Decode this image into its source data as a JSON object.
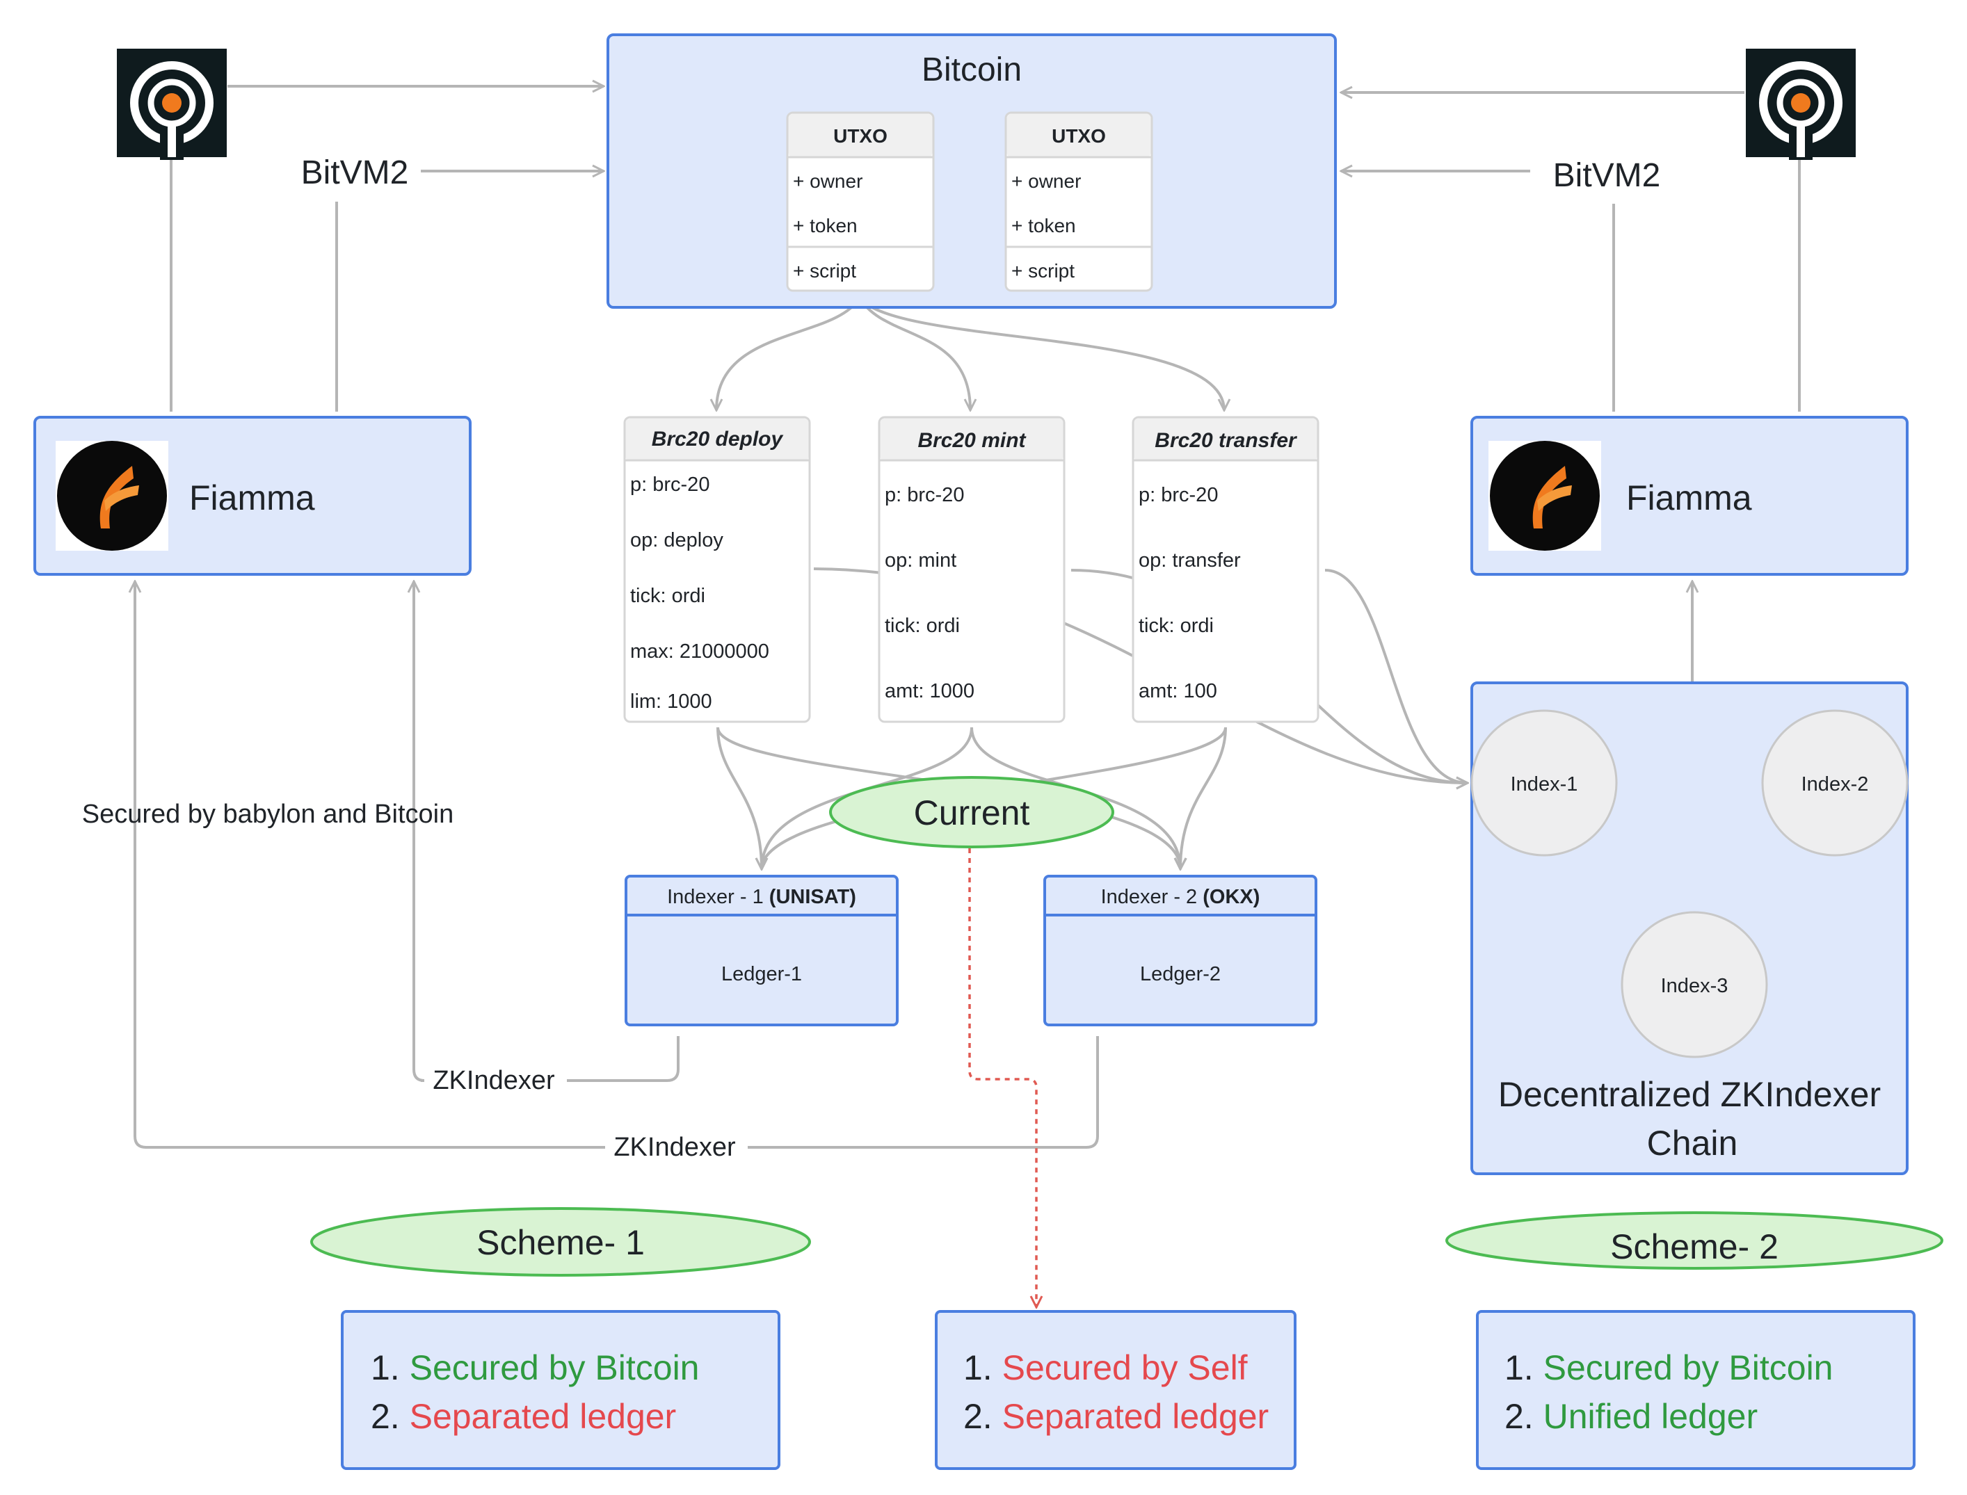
{
  "title": "Bitcoin",
  "colors": {
    "box_fill": "#dfe8fb",
    "box_stroke": "#4a7ee0",
    "ellipse_fill": "#d9f3d3",
    "ellipse_stroke": "#4cbb52",
    "good": "#2f9a3f",
    "bad": "#e5484d",
    "connector": "#b5b5b5",
    "dashed": "#e05a52",
    "logo_bg": "#0f1b1e",
    "logo_accent": "#f07a1e"
  },
  "utxos": [
    {
      "header": "UTXO",
      "fields": [
        "+ owner",
        "+ token",
        "+ script"
      ]
    },
    {
      "header": "UTXO",
      "fields": [
        "+ owner",
        "+ token",
        "+ script"
      ]
    }
  ],
  "left": {
    "bitvm_label": "BitVM2",
    "fiamma_label": "Fiamma",
    "secured_text": "Secured by babylon and Bitcoin",
    "zk_label_1": "ZKIndexer",
    "zk_label_2": "ZKIndexer"
  },
  "right": {
    "bitvm_label": "BitVM2",
    "fiamma_label": "Fiamma",
    "nodes": [
      "Index-1",
      "Index-2",
      "Index-3"
    ],
    "chain_label_line1": "Decentralized ZKIndexer",
    "chain_label_line2": "Chain"
  },
  "brc20": [
    {
      "title": "Brc20 deploy",
      "fields": [
        "p: brc-20",
        "op: deploy",
        "tick: ordi",
        "max: 21000000",
        "lim: 1000"
      ]
    },
    {
      "title": "Brc20 mint",
      "fields": [
        "p: brc-20",
        "op: mint",
        "tick: ordi",
        "amt: 1000"
      ]
    },
    {
      "title": "Brc20 transfer",
      "fields": [
        "p: brc-20",
        "op: transfer",
        "tick: ordi",
        "amt: 100"
      ]
    }
  ],
  "current_label": "Current",
  "indexers": [
    {
      "title_prefix": "Indexer - 1 ",
      "title_bold": "(UNISAT)",
      "ledger": "Ledger-1"
    },
    {
      "title_prefix": "Indexer - 2 ",
      "title_bold": "(OKX)",
      "ledger": "Ledger-2"
    }
  ],
  "schemes": [
    {
      "label": "Scheme- 1"
    },
    {
      "label": "Scheme- 2"
    }
  ],
  "summaries": [
    {
      "items": [
        {
          "num": "1. ",
          "text": "Secured by Bitcoin",
          "status": "good"
        },
        {
          "num": "2. ",
          "text": "Separated ledger",
          "status": "bad"
        }
      ]
    },
    {
      "items": [
        {
          "num": "1. ",
          "text": "Secured by Self",
          "status": "bad"
        },
        {
          "num": "2. ",
          "text": "Separated ledger",
          "status": "bad"
        }
      ]
    },
    {
      "items": [
        {
          "num": "1. ",
          "text": "Secured by Bitcoin",
          "status": "good"
        },
        {
          "num": "2. ",
          "text": "Unified ledger",
          "status": "good"
        }
      ]
    }
  ]
}
